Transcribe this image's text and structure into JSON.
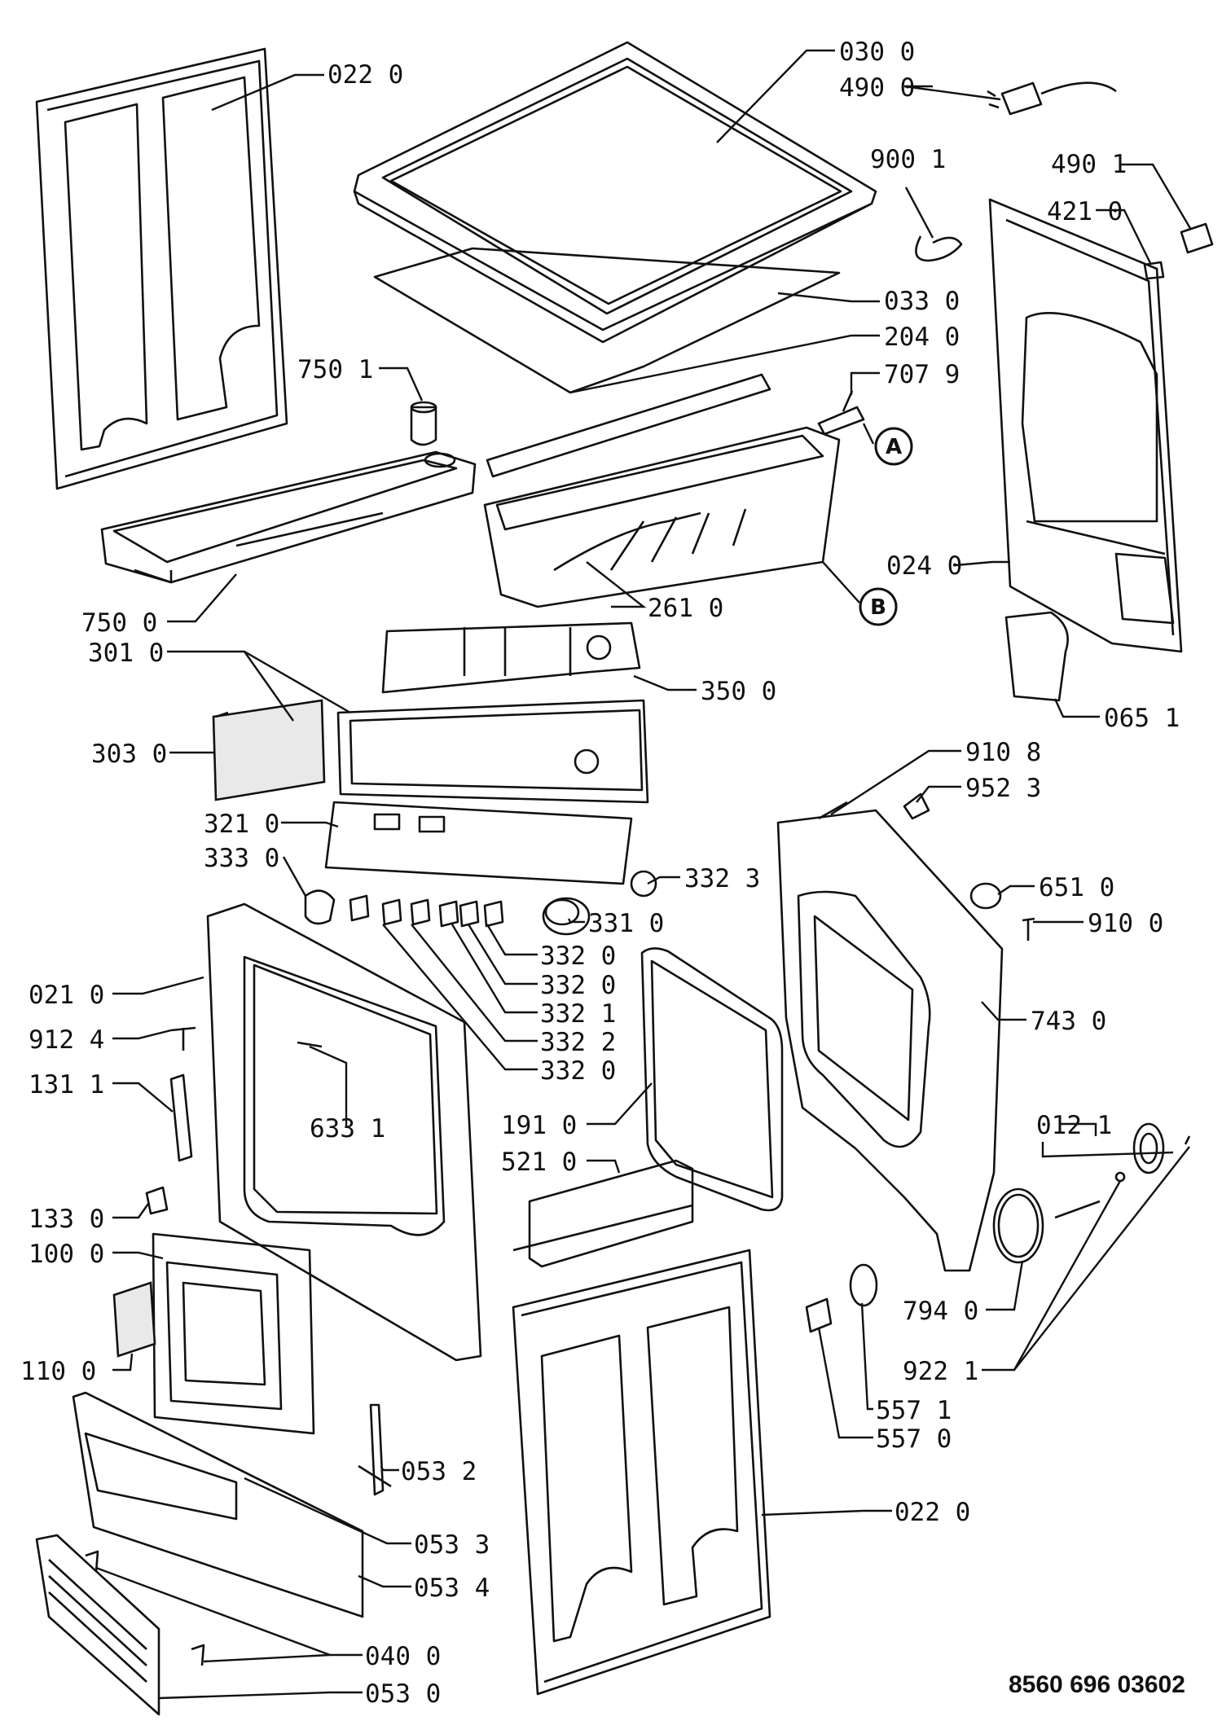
{
  "document_number": "8560 696 03602",
  "callouts": [
    "A",
    "B"
  ],
  "labels": {
    "l_022_0_top": "022 0",
    "l_030_0": "030 0",
    "l_490_0": "490 0",
    "l_900_1": "900 1",
    "l_490_1": "490 1",
    "l_421_0": "421 0",
    "l_033_0": "033 0",
    "l_204_0": "204 0",
    "l_750_1": "750 1",
    "l_707_9": "707 9",
    "l_024_0": "024 0",
    "l_750_0": "750 0",
    "l_261_0": "261 0",
    "l_301_0": "301 0",
    "l_350_0": "350 0",
    "l_065_1": "065 1",
    "l_303_0": "303 0",
    "l_910_8": "910 8",
    "l_952_3": "952 3",
    "l_321_0": "321 0",
    "l_333_0": "333 0",
    "l_332_3": "332 3",
    "l_651_0": "651 0",
    "l_331_0": "331 0",
    "l_910_0": "910 0",
    "l_332_0_a": "332 0",
    "l_332_0_b": "332 0",
    "l_332_1": "332 1",
    "l_332_2": "332 2",
    "l_332_0_c": "332 0",
    "l_021_0": "021 0",
    "l_743_0": "743 0",
    "l_912_4": "912 4",
    "l_131_1": "131 1",
    "l_012_1": "012 1",
    "l_633_1": "633 1",
    "l_191_0": "191 0",
    "l_521_0": "521 0",
    "l_133_0": "133 0",
    "l_100_0": "100 0",
    "l_794_0": "794 0",
    "l_110_0": "110 0",
    "l_922_1": "922 1",
    "l_557_1": "557 1",
    "l_557_0": "557 0",
    "l_053_2": "053 2",
    "l_022_0_bottom": "022 0",
    "l_053_3": "053 3",
    "l_053_4": "053 4",
    "l_040_0": "040 0",
    "l_053_0": "053 0"
  }
}
